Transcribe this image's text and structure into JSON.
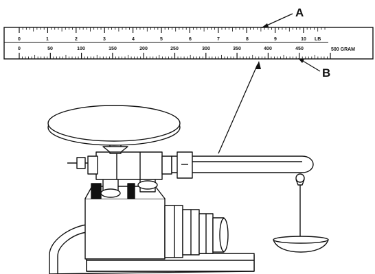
{
  "ruler": {
    "pound_scale": {
      "labels": [
        "0",
        "1",
        "2",
        "3",
        "4",
        "5",
        "6",
        "7",
        "8",
        "9",
        "10"
      ],
      "unit": "LB"
    },
    "gram_scale": {
      "labels": [
        "0",
        "50",
        "100",
        "150",
        "200",
        "250",
        "300",
        "350",
        "400",
        "450"
      ],
      "end_label": "500 GRAM"
    }
  },
  "callouts": {
    "a": "A",
    "b": "B"
  },
  "colors": {
    "ink": "#111111",
    "paper": "#ffffff",
    "shade": "#d8d8d8"
  }
}
